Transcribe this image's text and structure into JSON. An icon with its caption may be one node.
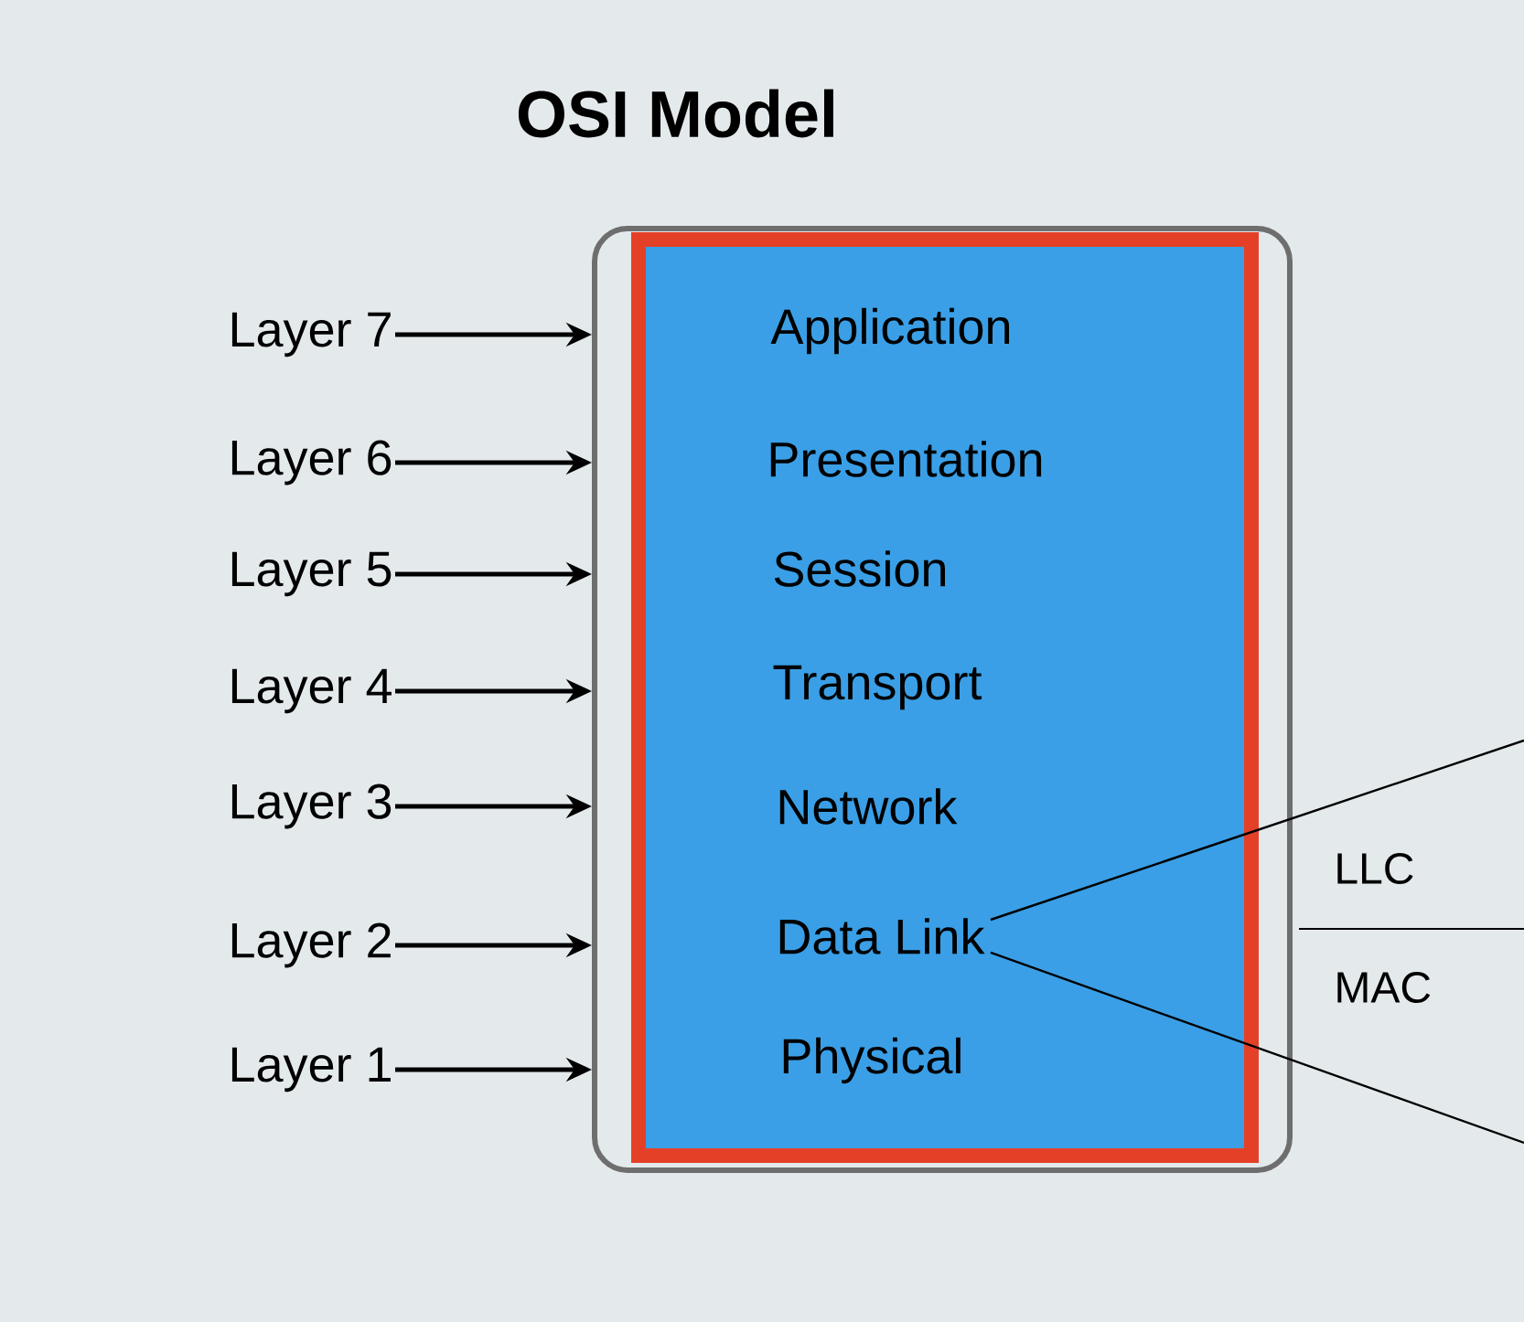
{
  "diagram": {
    "title": "OSI Model",
    "nodes": [
      {
        "text": [],
        "shape": "box"
      },
      {
        "text": [
          "Application"
        ],
        "in": 0
      },
      {
        "text": [
          "Presentation"
        ],
        "in": 0
      },
      {
        "text": [
          "Session"
        ],
        "in": 0
      },
      {
        "text": [
          "Transport"
        ],
        "in": 0
      },
      {
        "text": [
          "Network"
        ],
        "in": 0
      },
      {
        "text": [
          "Data Link"
        ],
        "in": 0
      },
      {
        "text": [
          "Physical"
        ],
        "in": 0
      },
      {
        "text": [
          "Layer 7"
        ]
      },
      {
        "text": [
          "Layer 6"
        ]
      },
      {
        "text": [
          "Layer 5"
        ]
      },
      {
        "text": [
          "Layer 4"
        ]
      },
      {
        "text": [
          "Layer 3"
        ]
      },
      {
        "text": [
          "Layer 2"
        ]
      },
      {
        "text": [
          "Layer 1"
        ]
      }
    ],
    "edges": [
      {
        "from": 8,
        "to": 0,
        "arrow": "to"
      },
      {
        "from": 9,
        "to": 0,
        "arrow": "to"
      },
      {
        "from": 10,
        "to": 0,
        "arrow": "to"
      },
      {
        "from": 11,
        "to": 0,
        "arrow": "to"
      },
      {
        "from": 12,
        "to": 0,
        "arrow": "to"
      },
      {
        "from": 13,
        "to": 0,
        "arrow": "to"
      },
      {
        "from": 14,
        "to": 0,
        "arrow": "to"
      },
      {
        "from": 6,
        "to": null,
        "arrow": "none"
      },
      {
        "from": 6,
        "to": null,
        "arrow": "none"
      }
    ],
    "labels": [
      "LLC",
      "MAC"
    ]
  }
}
